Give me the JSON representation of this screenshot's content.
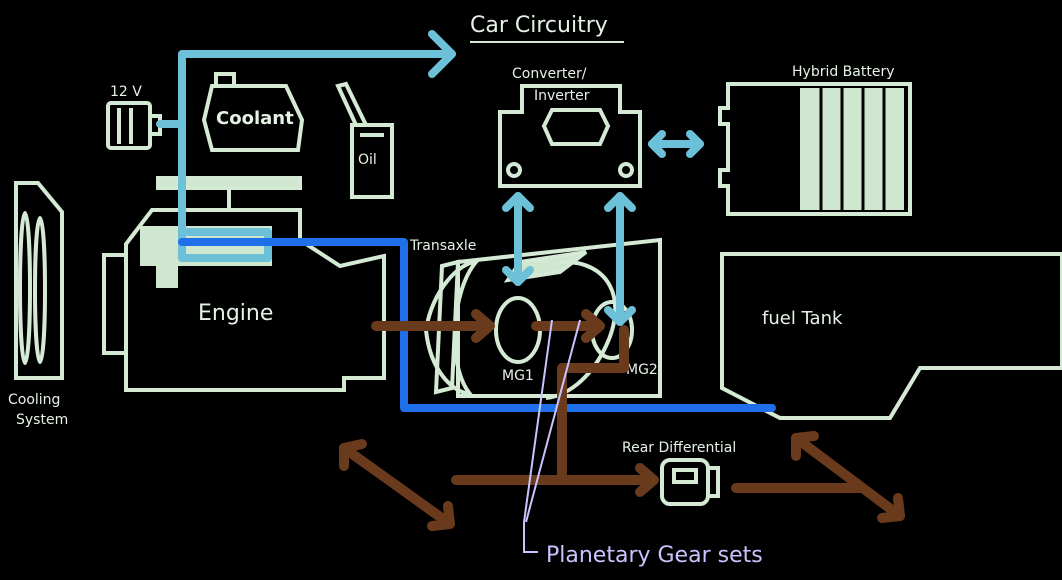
{
  "title": "Car Circuitry",
  "labels": {
    "battery_12v": "12 V",
    "coolant": "Coolant",
    "oil": "Oil",
    "converter": "Converter/",
    "inverter": "Inverter",
    "hybrid_battery": "Hybrid Battery",
    "transaxle": "Transaxle",
    "engine": "Engine",
    "fuel_tank": "fuel Tank",
    "mg1": "MG1",
    "mg2": "MG2",
    "cooling_line1": "Cooling",
    "cooling_line2": "System",
    "rear_differential": "Rear Differential",
    "planetary_gear_sets": "Planetary Gear sets"
  },
  "colors": {
    "background": "#000000",
    "component_outline": "#d4ead4",
    "component_fill": "#cfe6cf",
    "electrical_line": "#6cc0d8",
    "fuel_line": "#1f6fe8",
    "drive_line": "#6a3a1c",
    "annotation": "#c9c4ff"
  }
}
